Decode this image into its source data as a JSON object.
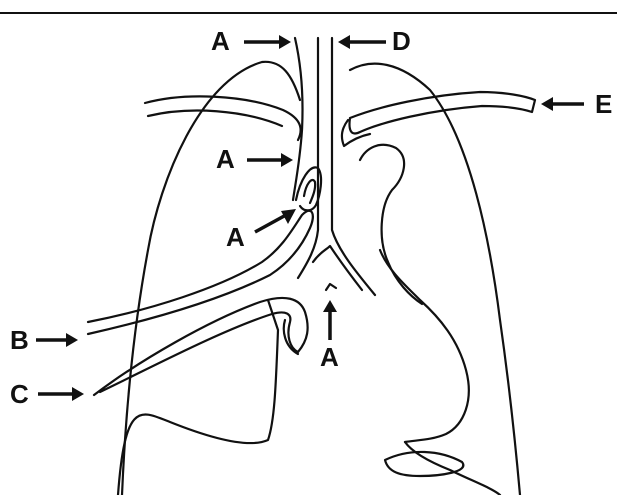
{
  "labels": {
    "a1": "A",
    "a2": "A",
    "a3": "A",
    "a4": "A",
    "b": "B",
    "c": "C",
    "d": "D",
    "e": "E"
  }
}
